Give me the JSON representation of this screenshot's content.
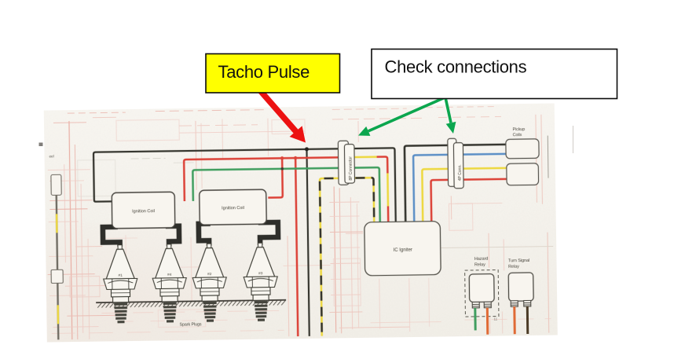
{
  "slide": {
    "background": "#ffffff"
  },
  "callouts": {
    "tacho": {
      "label": "Tacho Pulse",
      "fill": "#FFFF00",
      "border": "#0a0a0a"
    },
    "check": {
      "label": "Check connections",
      "fill": "#FFFFFF",
      "border": "#0a0a0a"
    },
    "red_arrow_color": "#EC1111",
    "green_arrow_color": "#0BA64E"
  },
  "diagram": {
    "paper_color": "#f6f3ed",
    "wire_colors": {
      "black": "#35352F",
      "thick_black": "#2E2F2A",
      "red": "#DC4237",
      "green": "#3F9E5E",
      "yellow": "#EDD83F",
      "blue": "#5B8FC6",
      "orange": "#E06A36",
      "brown": "#4C3A28",
      "dash_black": "#33332D",
      "edge_grey": "#6F6C63"
    },
    "labels": {
      "ignition_coil_1": "Ignition Coil",
      "ignition_coil_2": "Ignition Coil",
      "ic_igniter": "IC Igniter",
      "connector_8p": "8P Connector",
      "connector_4p": "4P Conn.",
      "pickup_line1": "Pickup",
      "pickup_line2": "Coils",
      "spark_plugs": "Spark Plugs",
      "plugs": [
        "#1",
        "#4",
        "#2",
        "#3"
      ],
      "hazard_line1": "Hazard",
      "hazard_line2": "Relay",
      "turn_line1": "Turn Signal",
      "turn_line2": "Relay",
      "note_11": "11",
      "edge_fragment": "eel"
    }
  }
}
